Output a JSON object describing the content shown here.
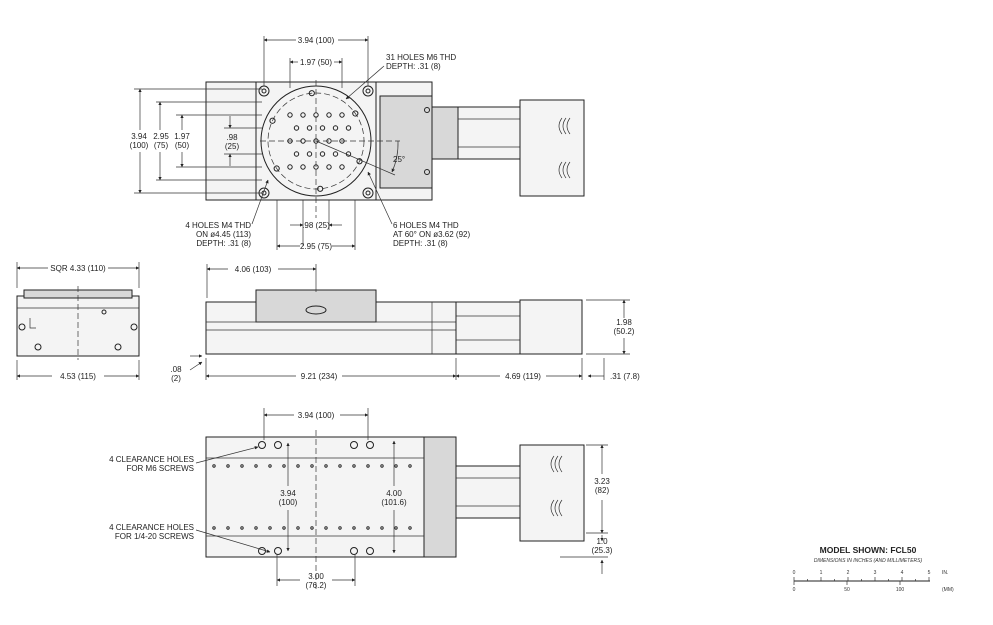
{
  "top_view": {
    "dim_width_top": "3.94 (100)",
    "dim_width_inner": "1.97 (50)",
    "dim_height_outer_a": "3.94",
    "dim_height_outer_b": "(100)",
    "dim_height_mid_a": "2.95",
    "dim_height_mid_b": "(75)",
    "dim_height_inner_a": "1.97",
    "dim_height_inner_b": "(50)",
    "dim_small_a": ".98",
    "dim_small_b": "(25)",
    "dim_angle": "25°",
    "dim_bottom_small": ".98 (25)",
    "dim_bottom_mid": "2.95 (75)",
    "callout_m6": [
      "31 HOLES M6 THD",
      "DEPTH: .31 (8)"
    ],
    "callout_m4_left": [
      "4 HOLES M4 THD",
      "ON ø4.45 (113)",
      "DEPTH: .31 (8)"
    ],
    "callout_m4_right": [
      "6 HOLES M4 THD",
      "AT 60° ON ø3.62 (92)",
      "DEPTH: .31 (8)"
    ]
  },
  "end_view": {
    "dim_sqr": "SQR 4.33 (110)",
    "dim_width": "4.53 (115)"
  },
  "side_view": {
    "dim_offset": "4.06 (103)",
    "dim_height_a": "1.98",
    "dim_height_b": "(50.2)",
    "dim_gap_a": ".08",
    "dim_gap_b": "(2)",
    "dim_length": "9.21 (234)",
    "dim_motor": "4.69 (119)",
    "dim_tail": ".31 (7.8)"
  },
  "bottom_view": {
    "dim_top": "3.94 (100)",
    "dim_left_a": "3.94",
    "dim_left_b": "(100)",
    "dim_right_a": "4.00",
    "dim_right_b": "(101.6)",
    "dim_motor_a": "3.23",
    "dim_motor_b": "(82)",
    "dim_lower_a": "1.0",
    "dim_lower_b": "(25.3)",
    "dim_bottom_a": "3.00",
    "dim_bottom_b": "(76.2)",
    "callout_m6": [
      "4 CLEARANCE HOLES",
      "FOR M6 SCREWS"
    ],
    "callout_14": [
      "4 CLEARANCE HOLES",
      "FOR 1/4-20 SCREWS"
    ]
  },
  "legend": {
    "model": "MODEL SHOWN: FCL50",
    "subtitle": "DIMENSIONS IN INCHES (AND MILLIMETERS)",
    "inch_ticks": [
      "0",
      "1",
      "2",
      "3",
      "4",
      "5"
    ],
    "inch_unit": "IN.",
    "mm_ticks": [
      "0",
      "50",
      "100"
    ],
    "mm_unit": "(MM)"
  }
}
